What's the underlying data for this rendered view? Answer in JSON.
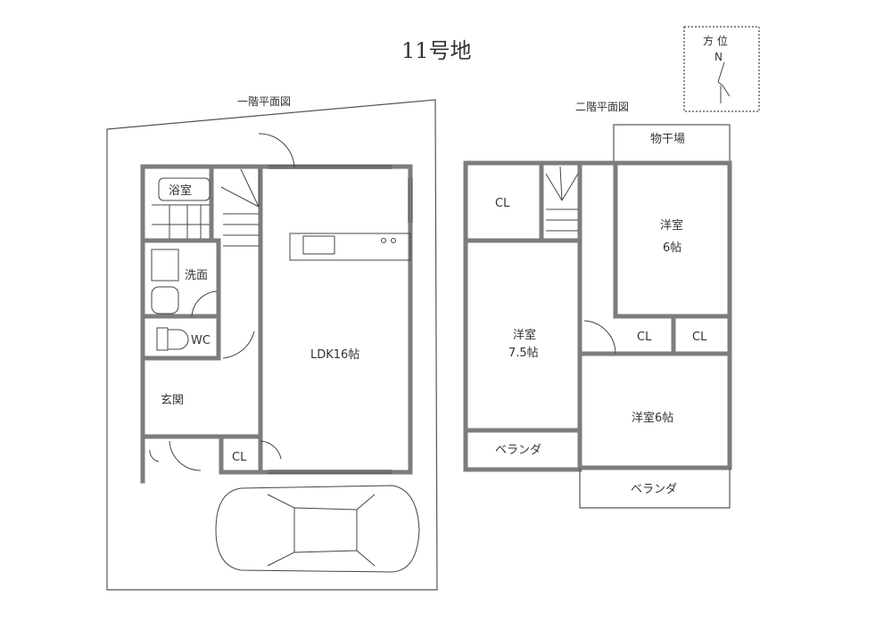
{
  "title": "11号地",
  "floor1": {
    "heading": "一階平面図",
    "rooms": {
      "bath": "浴室",
      "washroom": "洗面",
      "wc": "WC",
      "entrance": "玄関",
      "closet": "CL",
      "ldk": "LDK16帖"
    }
  },
  "floor2": {
    "heading": "二階平面図",
    "rooms": {
      "drying_area": "物干場",
      "closet_top": "CL",
      "western_room_a_name": "洋室",
      "western_room_a_size": "6帖",
      "western_room_b_name": "洋室",
      "western_room_b_size": "7.5帖",
      "closet_mid_left": "CL",
      "closet_mid_right": "CL",
      "western_room_c": "洋室6帖",
      "veranda_left": "ベランダ",
      "veranda_bottom": "ベランダ"
    }
  },
  "compass": {
    "label": "方 位",
    "north": "N"
  }
}
